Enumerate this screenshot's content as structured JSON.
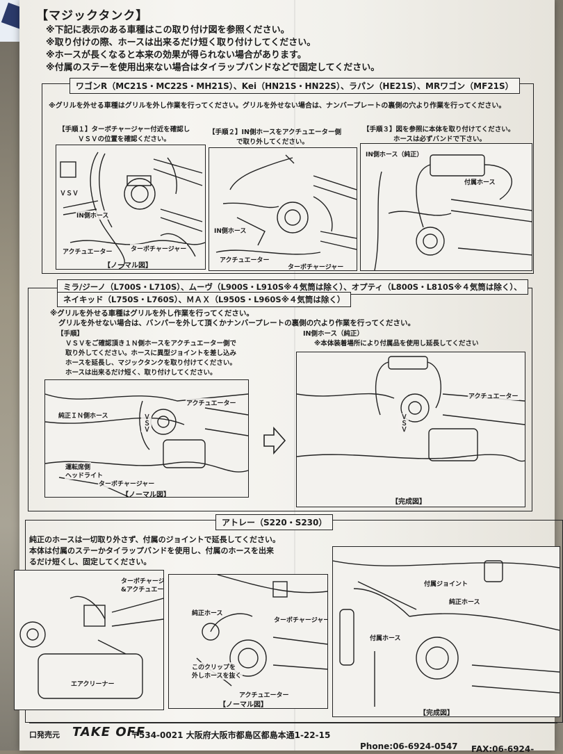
{
  "title": "【マジックタンク】",
  "notes": [
    "※下記に表示のある車種はこの取り付け図を参照ください。",
    "※取り付けの際、ホースは出来るだけ短く取り付けしてください。",
    "※ホースが長くなると本来の効果が得られない場合があります。",
    "※付属のステーを使用出来ない場合はタイラップバンドなどで固定してください。"
  ],
  "section1": {
    "header": "ワゴンR（MC21S・MC22S・MH21S）、Kei（HN21S・HN22S）、ラパン（HE21S）、MRワゴン（MF21S）",
    "grille_note": "※グリルを外せる車種はグリルを外し作業を行ってください。グリルを外せない場合は、ナンバープレートの裏側の穴より作業を行ってください。",
    "step1": [
      "【手順１】ターボチャージャー付近を確認し",
      "ＶＳＶの位置を確認ください。"
    ],
    "step2": [
      "【手順２】IN側ホースをアクチュエーター側",
      "で取り外してください。"
    ],
    "step3": [
      "【手順３】図を参照に本体を取り付けてください。",
      "ホースは必ずバンドで下さい。"
    ],
    "panel1_labels": {
      "vsv": "ＶＳＶ",
      "in_hose": "IN側ホース",
      "actuator": "アクチュエーター",
      "turbo": "ターボチャージャー",
      "caption": "【ノーマル図】"
    },
    "panel2_labels": {
      "in_hose": "IN側ホース",
      "actuator": "アクチュエーター",
      "turbo": "ターボチャージャー"
    },
    "panel3_labels": {
      "in_hose": "IN側ホース（純正）",
      "included_hose": "付属ホース"
    }
  },
  "section2": {
    "header_line1": "ミラ/ジーノ（L700S・L710S）、ムーヴ（L900S・L910S※４気筒は除く）、オプティ（L800S・L810S※４気筒は除く）、",
    "header_line2": "ネイキッド（L750S・L760S）、ＭＡＸ（L950S・L960S※４気筒は除く）",
    "grille_note1": "※グリルを外せる車種はグリルを外し作業を行ってください。",
    "grille_note2": "グリルを外せない場合は、バンパーを外して頂くかナンバープレートの裏側の穴より作業を行ってください。",
    "procedure_title": "【手順】",
    "procedure": [
      "ＶＳＶをご確認頂き１Ｎ側ホースをアクチュエーター側で",
      "取り外してください。ホースに異型ジョイントを差し込み",
      "ホースを延長し、マジックタンクを取り付けてください。",
      "ホースは出来るだけ短く、取り付けしてください。"
    ],
    "left_labels": {
      "actuator": "アクチュエーター",
      "in_hose": "純正ＩＮ側ホース",
      "vsv": "ＶＳＶ",
      "headlight1": "運転席側",
      "headlight2": "ヘッドライト",
      "turbo": "ターボチャージャー",
      "caption": "【ノーマル図】"
    },
    "right_title": "IN側ホース（純正）",
    "right_note": "※本体装着場所により付属品を使用し延長してください",
    "right_labels": {
      "actuator": "アクチュエーター",
      "vsv": "ＶＳＶ",
      "caption": "【完成図】"
    }
  },
  "section3": {
    "header": "アトレー（S220・S230）",
    "text": [
      "純正のホースは一切取り外さず、付属のジョイントで延長してください。",
      "本体は付属のステーかタイラップバンドを使用し、付属のホースを出来",
      "るだけ短くし、固定してください。"
    ],
    "p1_labels": {
      "turbo_act1": "ターボチャージャー",
      "turbo_act2": "&アクチュエーター",
      "air_cleaner": "エアクリーナー"
    },
    "p2_labels": {
      "pure_hose": "純正ホース",
      "turbo": "ターボチャージャー",
      "clip1": "このクリップを",
      "clip2": "外しホースを抜く",
      "actuator": "アクチュエーター",
      "caption": "【ノーマル図】"
    },
    "p3_labels": {
      "joint": "付属ジョイント",
      "pure_hose": "純正ホース",
      "included_hose": "付属ホース",
      "caption": "【完成図】"
    }
  },
  "footer": {
    "seller": "口発売元",
    "brand": "TAKE OFF",
    "address": "〒534-0021 大阪府大阪市都島区都島本通1-22-15",
    "phone": "Phone:06-6924-0547",
    "fax": "FAX:06-6924-"
  }
}
